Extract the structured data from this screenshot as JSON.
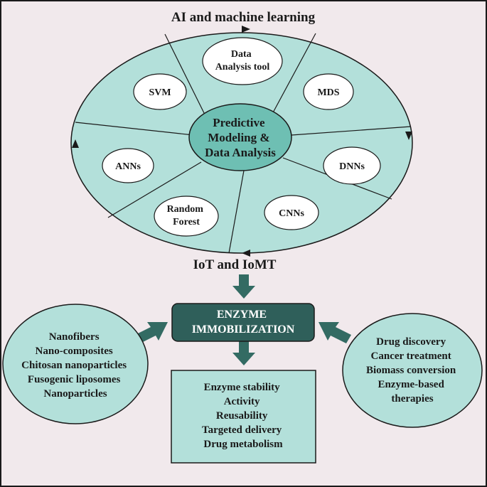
{
  "wheel": {
    "top_label": "AI and machine learning",
    "bottom_label": "IoT and IoMT",
    "center": [
      "Predictive",
      "Modeling &",
      "Data Analysis"
    ],
    "segments": [
      {
        "lines": [
          "Data",
          "Analysis tool"
        ]
      },
      {
        "lines": [
          "MDS"
        ]
      },
      {
        "lines": [
          "DNNs"
        ]
      },
      {
        "lines": [
          "CNNs"
        ]
      },
      {
        "lines": [
          "Random",
          "Forest"
        ]
      },
      {
        "lines": [
          "ANNs"
        ]
      },
      {
        "lines": [
          "SVM"
        ]
      }
    ]
  },
  "core": {
    "lines": [
      "ENZYME",
      "IMMOBILIZATION"
    ]
  },
  "left_group": {
    "lines": [
      "Nanofibers",
      "Nano-composites",
      "Chitosan nanoparticles",
      "Fusogenic liposomes",
      "Nanoparticles"
    ]
  },
  "right_group": {
    "lines": [
      "Drug discovery",
      "Cancer treatment",
      "Biomass conversion",
      "Enzyme-based",
      "therapies"
    ]
  },
  "outcomes": {
    "lines": [
      "Enzyme stability",
      "Activity",
      "Reusability",
      "Targeted delivery",
      "Drug metabolism"
    ]
  },
  "colors": {
    "background": "#f1e9ec",
    "teal_light": "#b3e0da",
    "teal_center": "#6ebfb3",
    "teal_dark": "#2d5c57",
    "core_fill": "#2f5f5a",
    "arrow": "#336b63",
    "bubble": "#ffffff",
    "outline": "#1a1a1a"
  }
}
